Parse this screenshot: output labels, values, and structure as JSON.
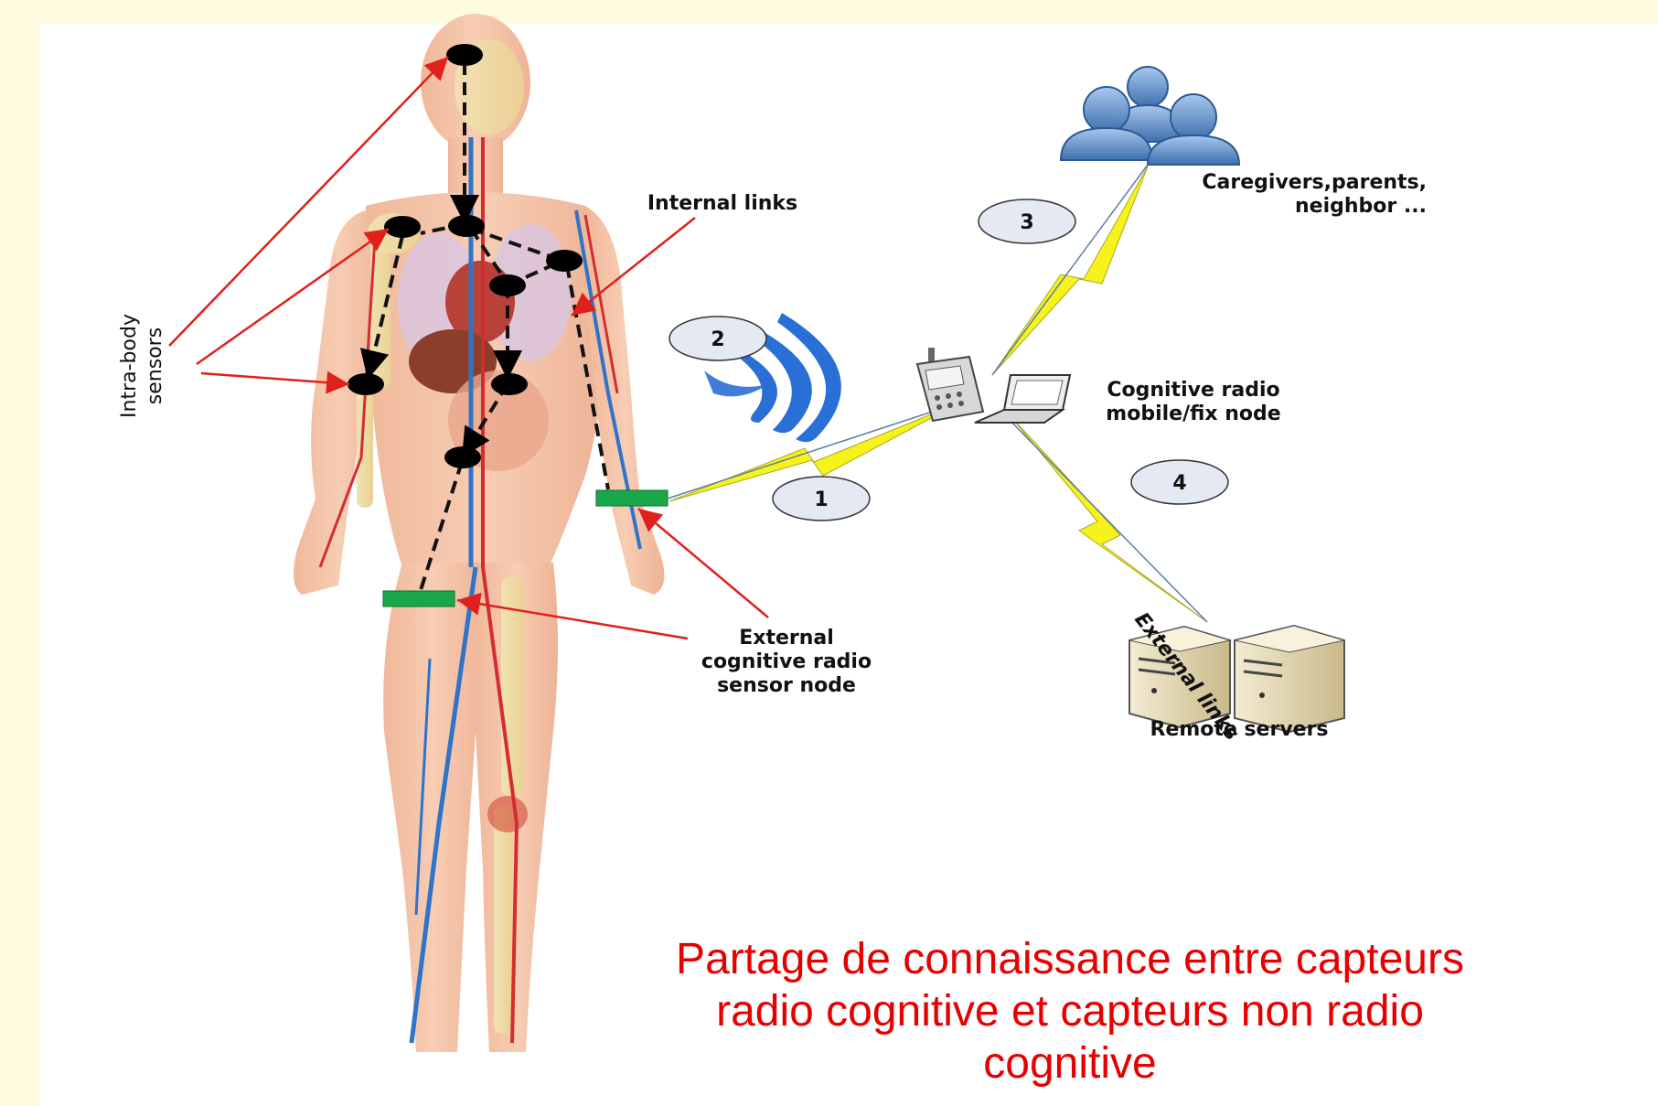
{
  "labels": {
    "intra_body_line1": "Intra-body",
    "intra_body_line2": "sensors",
    "internal_links": "Internal links",
    "caregivers_line1": "Caregivers,parents,",
    "caregivers_line2": "neighbor ...",
    "cognitive_node_line1": "Cognitive radio",
    "cognitive_node_line2": "mobile/fix node",
    "external_links": "External links",
    "external_sensor_line1": "External",
    "external_sensor_line2": "cognitive radio",
    "external_sensor_line3": "sensor node",
    "remote_servers": "Remote servers"
  },
  "steps": [
    "1",
    "2",
    "3",
    "4"
  ],
  "caption": {
    "line1": "Partage de connaissance entre capteurs",
    "line2": "radio cognitive et capteurs non radio",
    "line3": "cognitive"
  },
  "colors": {
    "background": "#fffbe0",
    "caption": "#e60000",
    "pointer_arrows": "#e0201a",
    "external_sensor": "#18a84a",
    "wireless_link": "#f7f21c",
    "people": "#5b8fd0",
    "signal_waves": "#2a6fd6"
  },
  "icons": [
    "human-anatomy-figure",
    "people-group-icon",
    "mobile-phone-icon",
    "laptop-icon",
    "server-icon",
    "wireless-signal-icon"
  ]
}
